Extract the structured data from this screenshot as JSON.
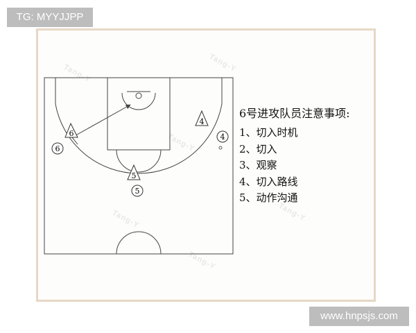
{
  "badges": {
    "top_left": "TG: MYYJJPP",
    "bottom_right": "www.hnpsjs.com"
  },
  "notes": {
    "title": "6号进攻队员注意事项:",
    "items": [
      "1、切入时机",
      "2、切入",
      "3、观察",
      "4、切入路线",
      "5、动作沟通"
    ]
  },
  "players": {
    "triangle_6": "6",
    "circle_6": "6",
    "triangle_4": "4",
    "circle_4": "4",
    "triangle_5": "5",
    "circle_5": "5"
  },
  "watermarks": [
    "Tang-Y"
  ]
}
